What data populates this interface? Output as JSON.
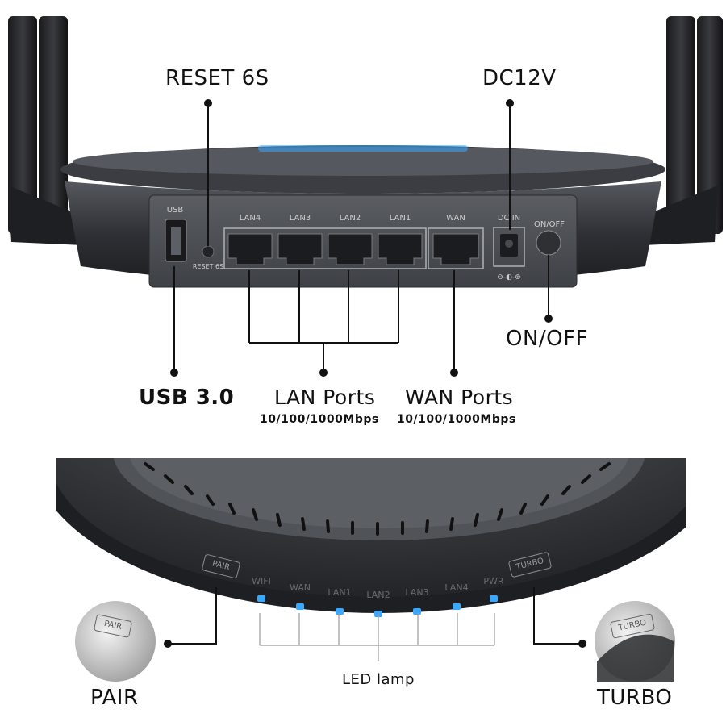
{
  "top": {
    "callouts": {
      "reset": "RESET 6S",
      "dc": "DC12V",
      "onoff": "ON/OFF",
      "usb": "USB 3.0",
      "lan_title": "LAN Ports",
      "lan_speed": "10/100/1000Mbps",
      "wan_title": "WAN Ports",
      "wan_speed": "10/100/1000Mbps"
    },
    "panel_labels": {
      "usb": "USB",
      "reset": "RESET 6S",
      "lan4": "LAN4",
      "lan3": "LAN3",
      "lan2": "LAN2",
      "lan1": "LAN1",
      "wan": "WAN",
      "dcin": "DC IN",
      "onoff": "ON/OFF"
    }
  },
  "bottom": {
    "leds": [
      "WIFI",
      "WAN",
      "LAN1",
      "LAN2",
      "LAN3",
      "LAN4",
      "PWR"
    ],
    "led_color": "#3aa8ff",
    "pair_label": "PAIR",
    "turbo_label": "TURBO",
    "led_caption": "LED lamp",
    "pair_callout": "PAIR",
    "turbo_callout": "TURBO"
  },
  "colors": {
    "device_dark": "#2b2d31",
    "device_mid": "#3c3f44",
    "panel": "#4a4d52",
    "accent_blue": "#3aa8ff"
  }
}
